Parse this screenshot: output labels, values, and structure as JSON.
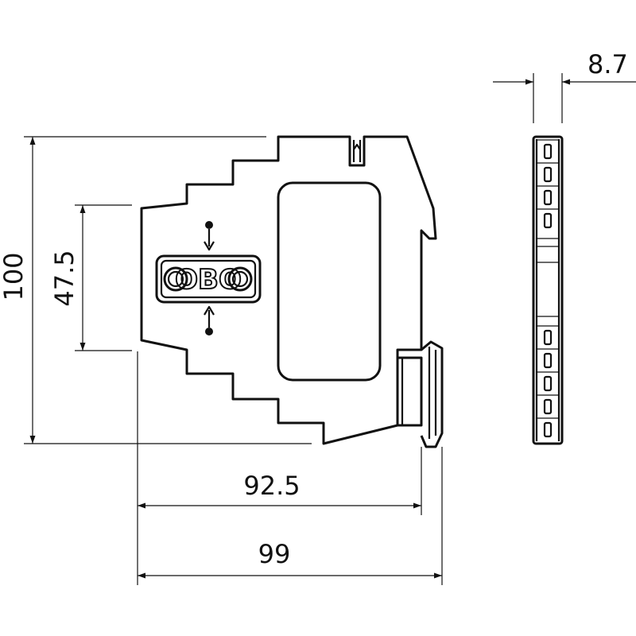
{
  "dimensions": {
    "height_total": "100",
    "height_window": "47.5",
    "width_body": "92.5",
    "width_total": "99",
    "thickness": "8.7"
  },
  "logo": {
    "text": "OBO"
  },
  "colors": {
    "line": "#111111",
    "background": "#ffffff"
  }
}
